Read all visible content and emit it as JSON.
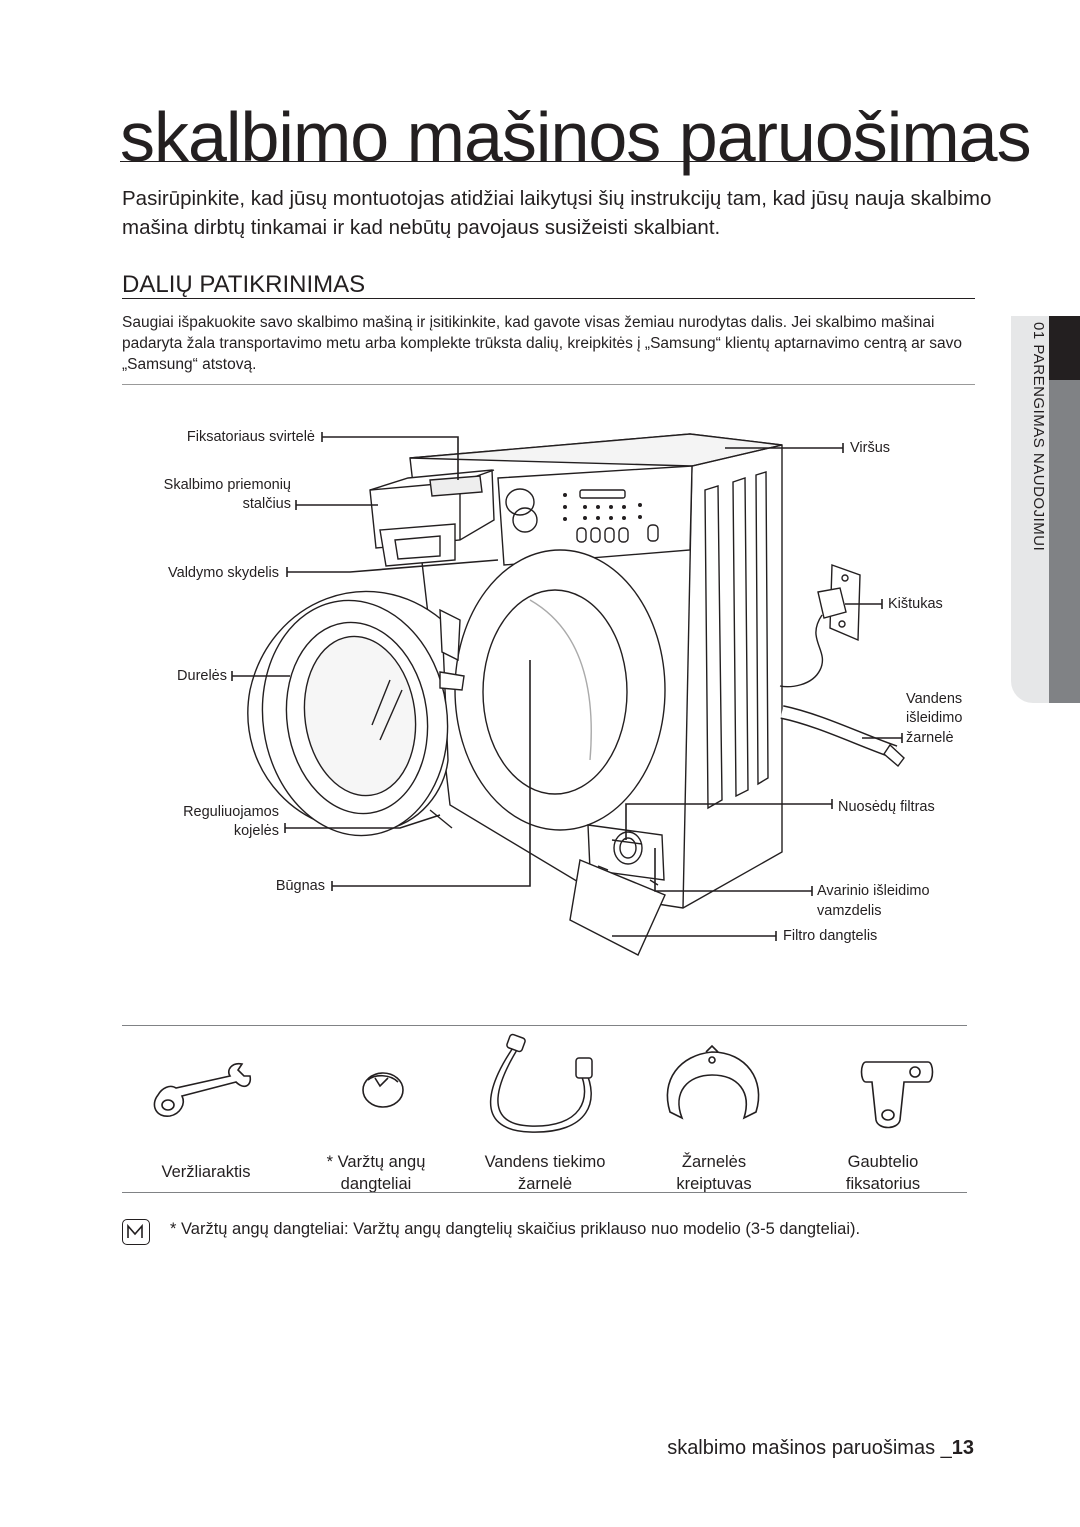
{
  "page": {
    "title": "skalbimo mašinos paruošimas",
    "intro": "Pasirūpinkite, kad jūsų montuotojas atidžiai laikytųsi šių instrukcijų tam, kad jūsų nauja skalbimo mašina dirbtų tinkamai ir kad nebūtų pavojaus susižeisti skalbiant."
  },
  "section": {
    "heading": "DALIŲ PATIKRINIMAS",
    "body": "Saugiai išpakuokite savo skalbimo mašiną ir įsitikinkite, kad gavote visas žemiau nurodytas dalis. Jei skalbimo mašinai padaryta žala transportavimo metu arba komplekte trūksta dalių, kreipkitės į „Samsung“ klientų aptarnavimo centrą ar savo „Samsung“ atstovą."
  },
  "side_tab": {
    "label": "01 PARENGIMAS NAUDOJIMUI"
  },
  "callouts": {
    "left": {
      "lever": "Fiksatoriaus svirtelė",
      "drawer_1": "Skalbimo priemonių",
      "drawer_2": "stalčius",
      "control_panel": "Valdymo skydelis",
      "door": "Durelės",
      "feet_1": "Reguliuojamos",
      "feet_2": "kojelės",
      "drum": "Būgnas"
    },
    "right": {
      "top": "Viršus",
      "plug": "Kištukas",
      "drain_1": "Vandens",
      "drain_2": "išleidimo",
      "drain_3": "žarnelė",
      "filter": "Nuosėdų filtras",
      "emergency_1": "Avarinio išleidimo",
      "emergency_2": "vamzdelis",
      "filter_cover": "Filtro dangtelis"
    }
  },
  "accessories": [
    {
      "label_1": "Veržliaraktis",
      "label_2": "",
      "icon": "spanner-icon"
    },
    {
      "label_1": "* Varžtų angų",
      "label_2": "dangteliai",
      "icon": "bolt-cap-icon"
    },
    {
      "label_1": "Vandens tiekimo",
      "label_2": "žarnelė",
      "icon": "water-hose-icon"
    },
    {
      "label_1": "Žarnelės",
      "label_2": "kreiptuvas",
      "icon": "hose-guide-icon"
    },
    {
      "label_1": "Gaubtelio",
      "label_2": "fiksatorius",
      "icon": "cover-holder-icon"
    }
  ],
  "note": {
    "prefix": "* Varžtų angų dangteliai:",
    "text": " Varžtų angų dangtelių skaičius priklauso nuo modelio (3-5 dangteliai).",
    "icon": "note-icon"
  },
  "footer": {
    "text": "skalbimo mašinos paruošimas _",
    "page_number": "13"
  }
}
